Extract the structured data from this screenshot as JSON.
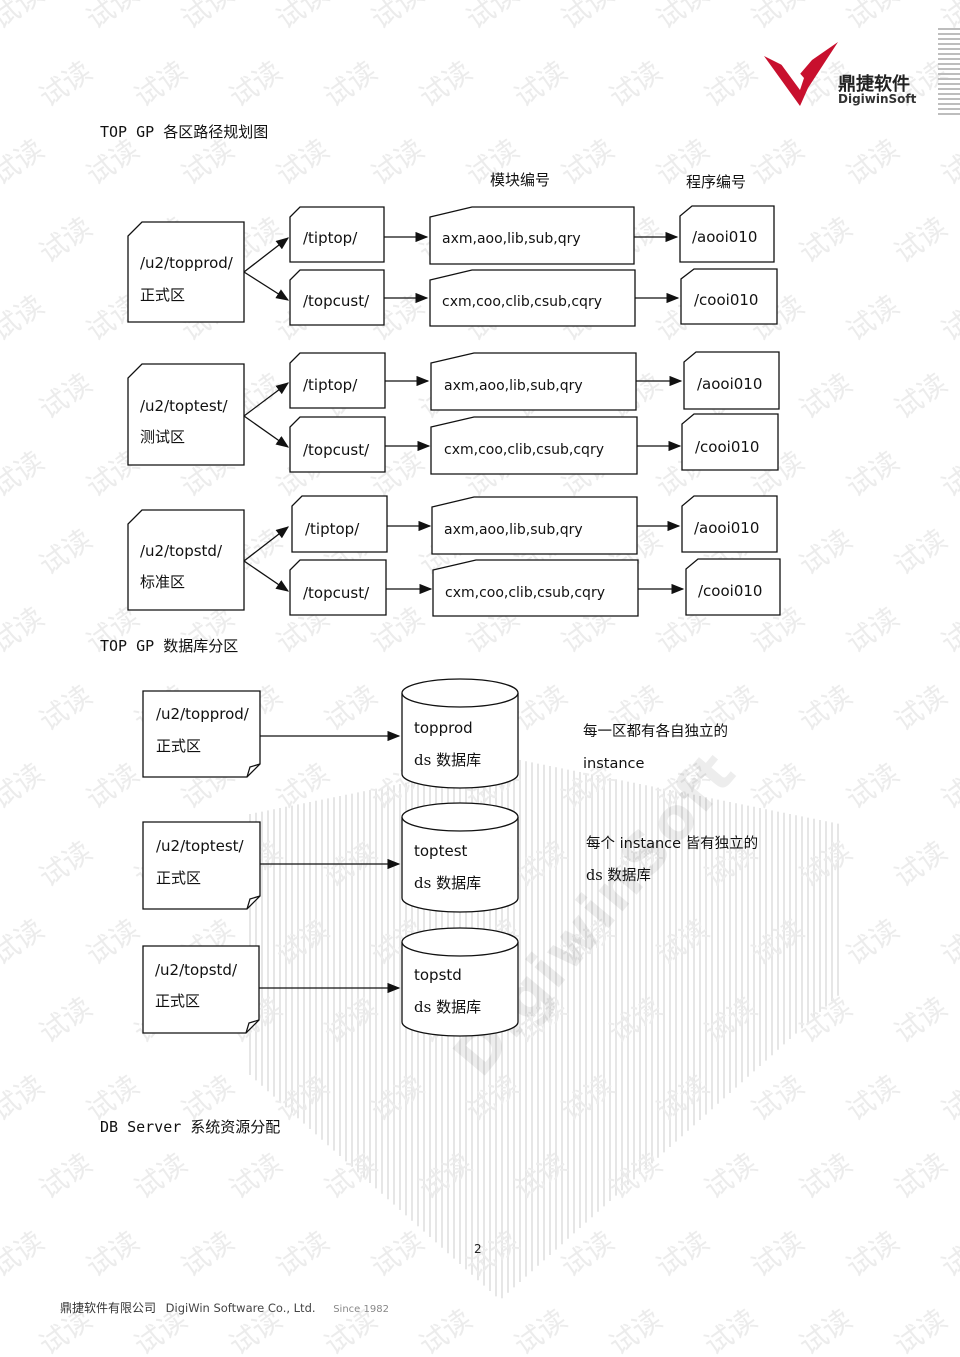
{
  "watermark": {
    "text": "试读",
    "brand": "DigiwinSoft"
  },
  "logo": {
    "name_cn": "鼎捷软件",
    "name_en": "DigiwinSoft",
    "color": "#c8102e"
  },
  "headings": {
    "path_plan": "TOP GP 各区路径规划图",
    "db_partition": "TOP GP 数据库分区",
    "db_server": "DB Server 系统资源分配"
  },
  "path_diagram": {
    "col_module": "模块编号",
    "col_program": "程序编号",
    "zones": [
      {
        "root": "/u2/topprod/",
        "zone_name": "正式区",
        "branches": [
          {
            "dir": "/tiptop/",
            "modules": "axm,aoo,lib,sub,qry",
            "program": "/aooi010"
          },
          {
            "dir": "/topcust/",
            "modules": "cxm,coo,clib,csub,cqry",
            "program": "/cooi010"
          }
        ]
      },
      {
        "root": "/u2/toptest/",
        "zone_name": "测试区",
        "branches": [
          {
            "dir": "/tiptop/",
            "modules": "axm,aoo,lib,sub,qry",
            "program": "/aooi010"
          },
          {
            "dir": "/topcust/",
            "modules": "cxm,coo,clib,csub,cqry",
            "program": "/cooi010"
          }
        ]
      },
      {
        "root": "/u2/topstd/",
        "zone_name": "标准区",
        "branches": [
          {
            "dir": "/tiptop/",
            "modules": "axm,aoo,lib,sub,qry",
            "program": "/aooi010"
          },
          {
            "dir": "/topcust/",
            "modules": "cxm,coo,clib,csub,cqry",
            "program": "/cooi010"
          }
        ]
      }
    ]
  },
  "db_diagram": {
    "zones": [
      {
        "root": "/u2/topprod/",
        "zone_name": "正式区",
        "instance": "topprod",
        "db_label": "ds 数据库"
      },
      {
        "root": "/u2/toptest/",
        "zone_name": "正式区",
        "instance": "toptest",
        "db_label": "ds 数据库"
      },
      {
        "root": "/u2/topstd/",
        "zone_name": "正式区",
        "instance": "topstd",
        "db_label": "ds 数据库"
      }
    ],
    "note1": {
      "line1": "每一区都有各自独立的",
      "line2": "instance"
    },
    "note2": {
      "line1_prefix": "每个 ",
      "line1_word": "instance",
      "line1_suffix": " 皆有独立的",
      "line2": "ds 数据库"
    }
  },
  "page_number": "2",
  "footer": {
    "company_cn": "鼎捷软件有限公司",
    "company_en": "DigiWin Software Co., Ltd.",
    "since": "Since 1982"
  }
}
